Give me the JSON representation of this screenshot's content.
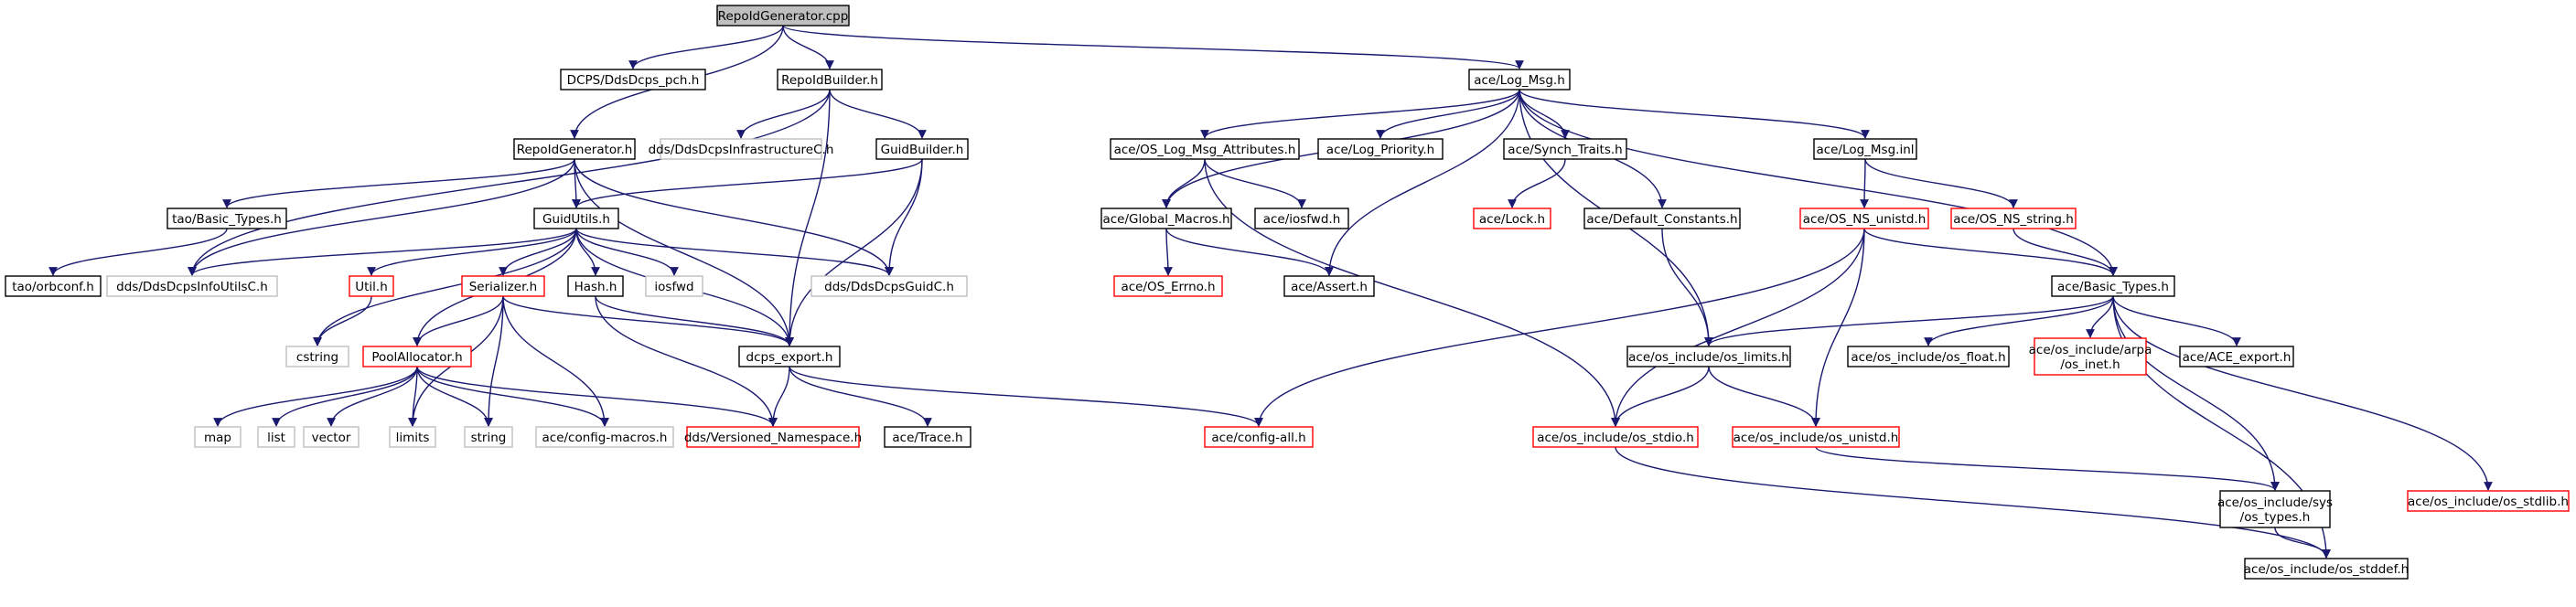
{
  "graph": {
    "colors": {
      "edge": "#191970",
      "node_default_border": "#000000",
      "node_truncated_border": "#ff0000",
      "node_external_border": "#bfbfbf",
      "node_current_fill": "#bfbfbf",
      "node_fill": "#ffffff"
    },
    "nodes": [
      {
        "id": "repoidgen_cpp",
        "label": "RepoIdGenerator.cpp",
        "kind": "current"
      },
      {
        "id": "pch",
        "label": "DCPS/DdsDcps_pch.h",
        "kind": "normal"
      },
      {
        "id": "repoidbuilder",
        "label": "RepoIdBuilder.h",
        "kind": "normal"
      },
      {
        "id": "repoidgen_h",
        "label": "RepoIdGenerator.h",
        "kind": "normal"
      },
      {
        "id": "infracore",
        "label": "dds/DdsDcpsInfrastructureC.h",
        "kind": "external"
      },
      {
        "id": "guidbuilder",
        "label": "GuidBuilder.h",
        "kind": "normal"
      },
      {
        "id": "tao_basic",
        "label": "tao/Basic_Types.h",
        "kind": "normal"
      },
      {
        "id": "tao_orbconf",
        "label": "tao/orbconf.h",
        "kind": "normal"
      },
      {
        "id": "guidutils",
        "label": "GuidUtils.h",
        "kind": "normal"
      },
      {
        "id": "infoutils",
        "label": "dds/DdsDcpsInfoUtilsC.h",
        "kind": "external"
      },
      {
        "id": "guidc",
        "label": "dds/DdsDcpsGuidC.h",
        "kind": "external"
      },
      {
        "id": "util",
        "label": "Util.h",
        "kind": "truncated"
      },
      {
        "id": "serializer",
        "label": "Serializer.h",
        "kind": "truncated"
      },
      {
        "id": "hash",
        "label": "Hash.h",
        "kind": "normal"
      },
      {
        "id": "iosfwd",
        "label": "iosfwd",
        "kind": "external"
      },
      {
        "id": "cstring",
        "label": "cstring",
        "kind": "external"
      },
      {
        "id": "poolalloc",
        "label": "PoolAllocator.h",
        "kind": "truncated"
      },
      {
        "id": "dcps_export",
        "label": "dcps_export.h",
        "kind": "normal"
      },
      {
        "id": "map",
        "label": "map",
        "kind": "external"
      },
      {
        "id": "list",
        "label": "list",
        "kind": "external"
      },
      {
        "id": "vector",
        "label": "vector",
        "kind": "external"
      },
      {
        "id": "limits",
        "label": "limits",
        "kind": "external"
      },
      {
        "id": "string",
        "label": "string",
        "kind": "external"
      },
      {
        "id": "cfgmacros",
        "label": "ace/config-macros.h",
        "kind": "external"
      },
      {
        "id": "versioned",
        "label": "dds/Versioned_Namespace.h",
        "kind": "truncated"
      },
      {
        "id": "trace",
        "label": "ace/Trace.h",
        "kind": "normal"
      },
      {
        "id": "configall",
        "label": "ace/config-all.h",
        "kind": "truncated"
      },
      {
        "id": "logmsg",
        "label": "ace/Log_Msg.h",
        "kind": "normal"
      },
      {
        "id": "oslogattr",
        "label": "ace/OS_Log_Msg_Attributes.h",
        "kind": "normal"
      },
      {
        "id": "logprio",
        "label": "ace/Log_Priority.h",
        "kind": "normal"
      },
      {
        "id": "synch",
        "label": "ace/Synch_Traits.h",
        "kind": "normal"
      },
      {
        "id": "logmsginl",
        "label": "ace/Log_Msg.inl",
        "kind": "normal"
      },
      {
        "id": "globalmacros",
        "label": "ace/Global_Macros.h",
        "kind": "normal"
      },
      {
        "id": "aceiosfwd",
        "label": "ace/iosfwd.h",
        "kind": "normal"
      },
      {
        "id": "lock",
        "label": "ace/Lock.h",
        "kind": "truncated"
      },
      {
        "id": "defconst",
        "label": "ace/Default_Constants.h",
        "kind": "normal"
      },
      {
        "id": "osnsunistd",
        "label": "ace/OS_NS_unistd.h",
        "kind": "truncated"
      },
      {
        "id": "osnsstring",
        "label": "ace/OS_NS_string.h",
        "kind": "truncated"
      },
      {
        "id": "oserrno",
        "label": "ace/OS_Errno.h",
        "kind": "truncated"
      },
      {
        "id": "assert",
        "label": "ace/Assert.h",
        "kind": "normal"
      },
      {
        "id": "acebasic",
        "label": "ace/Basic_Types.h",
        "kind": "normal"
      },
      {
        "id": "oslimits",
        "label": "ace/os_include/os_limits.h",
        "kind": "normal"
      },
      {
        "id": "osfloat",
        "label": "ace/os_include/os_float.h",
        "kind": "normal"
      },
      {
        "id": "osinet",
        "label": "ace/os_include/arpa\n/os_inet.h",
        "kind": "truncated"
      },
      {
        "id": "aceexport",
        "label": "ACE_export.h",
        "kind": "normal",
        "display": "ace/ACE_export.h"
      },
      {
        "id": "osstdio",
        "label": "ace/os_include/os_stdio.h",
        "kind": "truncated"
      },
      {
        "id": "osunistd",
        "label": "ace/os_include/os_unistd.h",
        "kind": "truncated"
      },
      {
        "id": "ostypes",
        "label": "ace/os_include/sys\n/os_types.h",
        "kind": "normal"
      },
      {
        "id": "osstdlib",
        "label": "ace/os_include/os_stdlib.h",
        "kind": "truncated"
      },
      {
        "id": "osstddef",
        "label": "ace/os_include/os_stddef.h",
        "kind": "normal"
      }
    ],
    "edges": [
      [
        "repoidgen_cpp",
        "pch"
      ],
      [
        "repoidgen_cpp",
        "repoidbuilder"
      ],
      [
        "repoidgen_cpp",
        "repoidgen_h"
      ],
      [
        "repoidgen_cpp",
        "logmsg"
      ],
      [
        "repoidbuilder",
        "infracore"
      ],
      [
        "repoidbuilder",
        "guidbuilder"
      ],
      [
        "repoidbuilder",
        "infoutils"
      ],
      [
        "repoidbuilder",
        "dcps_export"
      ],
      [
        "repoidgen_h",
        "tao_basic"
      ],
      [
        "repoidgen_h",
        "infoutils"
      ],
      [
        "repoidgen_h",
        "guidutils"
      ],
      [
        "repoidgen_h",
        "guidc"
      ],
      [
        "repoidgen_h",
        "dcps_export"
      ],
      [
        "guidbuilder",
        "guidutils"
      ],
      [
        "guidbuilder",
        "guidc"
      ],
      [
        "guidbuilder",
        "dcps_export"
      ],
      [
        "tao_basic",
        "tao_orbconf"
      ],
      [
        "guidutils",
        "infoutils"
      ],
      [
        "guidutils",
        "guidc"
      ],
      [
        "guidutils",
        "util"
      ],
      [
        "guidutils",
        "serializer"
      ],
      [
        "guidutils",
        "hash"
      ],
      [
        "guidutils",
        "iosfwd"
      ],
      [
        "guidutils",
        "cstring"
      ],
      [
        "guidutils",
        "poolalloc"
      ],
      [
        "guidutils",
        "dcps_export"
      ],
      [
        "util",
        "cstring"
      ],
      [
        "serializer",
        "poolalloc"
      ],
      [
        "serializer",
        "limits"
      ],
      [
        "serializer",
        "string"
      ],
      [
        "serializer",
        "cfgmacros"
      ],
      [
        "serializer",
        "dcps_export"
      ],
      [
        "hash",
        "dcps_export"
      ],
      [
        "hash",
        "versioned"
      ],
      [
        "poolalloc",
        "map"
      ],
      [
        "poolalloc",
        "list"
      ],
      [
        "poolalloc",
        "vector"
      ],
      [
        "poolalloc",
        "limits"
      ],
      [
        "poolalloc",
        "string"
      ],
      [
        "poolalloc",
        "cfgmacros"
      ],
      [
        "poolalloc",
        "versioned"
      ],
      [
        "dcps_export",
        "versioned"
      ],
      [
        "dcps_export",
        "trace"
      ],
      [
        "dcps_export",
        "configall"
      ],
      [
        "logmsg",
        "oslogattr"
      ],
      [
        "logmsg",
        "logprio"
      ],
      [
        "logmsg",
        "synch"
      ],
      [
        "logmsg",
        "logmsginl"
      ],
      [
        "logmsg",
        "globalmacros"
      ],
      [
        "logmsg",
        "defconst"
      ],
      [
        "logmsg",
        "assert"
      ],
      [
        "logmsg",
        "acebasic"
      ],
      [
        "logmsg",
        "oslimits"
      ],
      [
        "oslogattr",
        "globalmacros"
      ],
      [
        "oslogattr",
        "aceiosfwd"
      ],
      [
        "oslogattr",
        "osstdio"
      ],
      [
        "synch",
        "lock"
      ],
      [
        "logmsginl",
        "osnsunistd"
      ],
      [
        "logmsginl",
        "osnsstring"
      ],
      [
        "globalmacros",
        "oserrno"
      ],
      [
        "globalmacros",
        "assert"
      ],
      [
        "defconst",
        "oslimits"
      ],
      [
        "osnsunistd",
        "acebasic"
      ],
      [
        "osnsunistd",
        "configall"
      ],
      [
        "osnsunistd",
        "osstdio"
      ],
      [
        "osnsunistd",
        "osunistd"
      ],
      [
        "osnsstring",
        "acebasic"
      ],
      [
        "acebasic",
        "oslimits"
      ],
      [
        "acebasic",
        "osfloat"
      ],
      [
        "acebasic",
        "osinet"
      ],
      [
        "acebasic",
        "aceexport"
      ],
      [
        "acebasic",
        "ostypes"
      ],
      [
        "acebasic",
        "osstdlib"
      ],
      [
        "acebasic",
        "osstddef"
      ],
      [
        "oslimits",
        "osstdio"
      ],
      [
        "oslimits",
        "osunistd"
      ],
      [
        "osstdio",
        "osstddef"
      ],
      [
        "osunistd",
        "ostypes"
      ],
      [
        "ostypes",
        "osstddef"
      ]
    ]
  }
}
